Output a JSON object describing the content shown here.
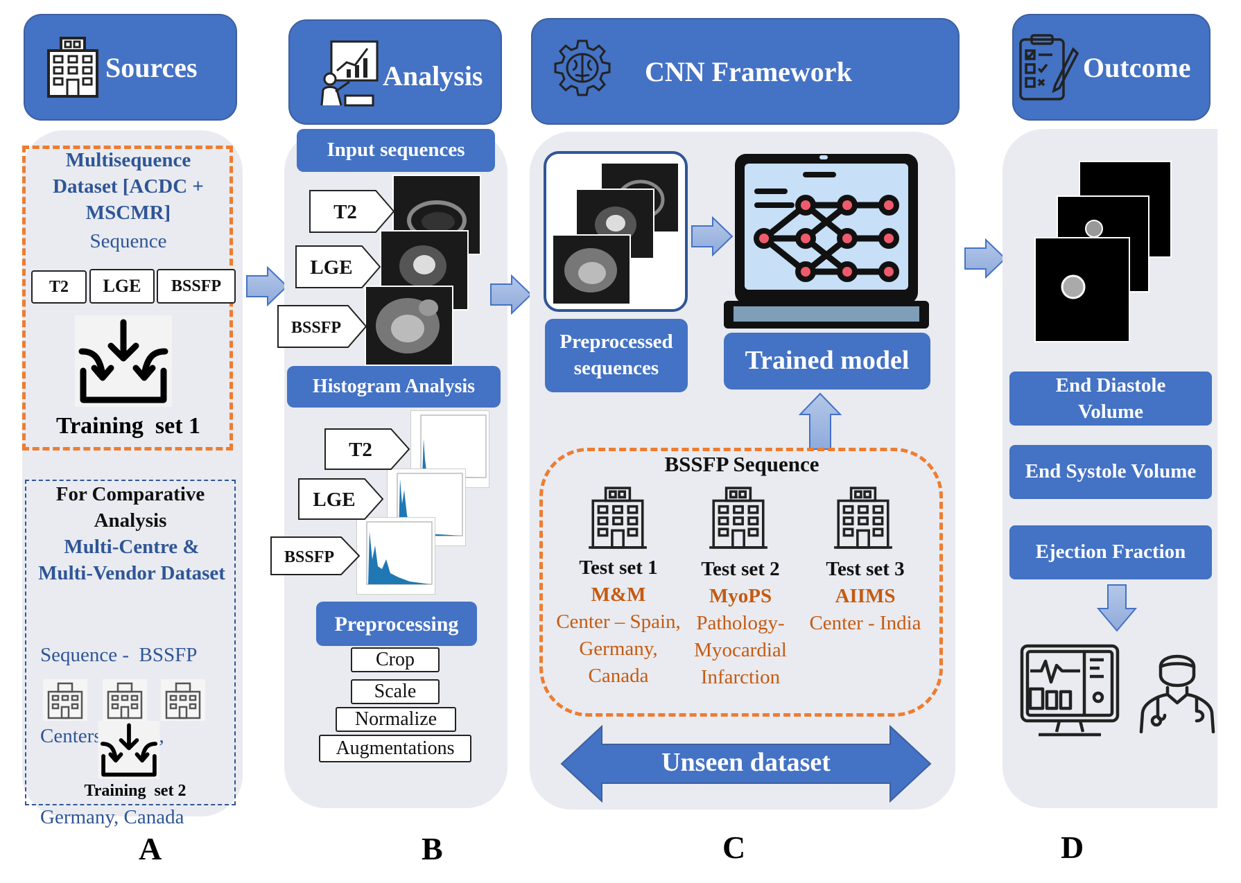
{
  "columns": {
    "a": {
      "header": "Sources",
      "set1": {
        "title_lines": [
          "Multisequence",
          "Dataset [ACDC +",
          "MSCMR]"
        ],
        "subtitle": "Sequence",
        "sequences": [
          "T2",
          "LGE",
          "BSSFP"
        ],
        "label": "Training  set 1"
      },
      "set2": {
        "heading_lines": [
          "For Comparative",
          "Analysis"
        ],
        "title_lines": [
          "Multi-Centre &",
          "Multi-Vendor Dataset"
        ],
        "detail_lines": [
          "Sequence -  BSSFP",
          "Centers- Spain,",
          "Germany, Canada"
        ],
        "label": "Training  set 2"
      },
      "letter": "A"
    },
    "b": {
      "header": "Analysis",
      "input_label": "Input sequences",
      "input_tags": [
        "T2",
        "LGE",
        "BSSFP"
      ],
      "histogram_label": "Histogram Analysis",
      "histogram_tags": [
        "T2",
        "LGE",
        "BSSFP"
      ],
      "preprocessing_label": "Preprocessing",
      "steps": [
        "Crop",
        "Scale",
        "Normalize",
        "Augmentations"
      ],
      "letter": "B"
    },
    "c": {
      "header": "CNN Framework",
      "preprocessed_lines": [
        "Preprocessed",
        "sequences"
      ],
      "trained_model": "Trained model",
      "bssfp_title": "BSSFP Sequence",
      "tests": [
        {
          "name": "Test set 1",
          "dataset": "M&M",
          "detail_lines": [
            "Center – Spain,",
            "Germany,",
            "Canada"
          ]
        },
        {
          "name": "Test set 2",
          "dataset": "MyoPS",
          "detail_lines": [
            "Pathology-",
            "Myocardial",
            "Infarction"
          ]
        },
        {
          "name": "Test set 3",
          "dataset": "AIIMS",
          "detail_lines": [
            "Center - India"
          ]
        }
      ],
      "unseen": "Unseen dataset",
      "letter": "C"
    },
    "d": {
      "header": "Outcome",
      "outcomes": [
        {
          "lines": [
            "End Diastole",
            "Volume"
          ]
        },
        {
          "lines": [
            "End Systole Volume"
          ]
        },
        {
          "lines": [
            "Ejection Fraction"
          ]
        }
      ],
      "letter": "D"
    }
  },
  "colors": {
    "header_blue": "#4472c4",
    "column_bg": "#e9ebf0",
    "orange_dash": "#ed7d31",
    "orange_text": "#c55a11",
    "dark_blue_text": "#2f5597",
    "arrow_fill": "#8faadc"
  },
  "icons": [
    "hospital-icon",
    "analytics-icon",
    "brain-gear-icon",
    "checklist-icon",
    "inbox-download-icon",
    "laptop-neural-network-icon",
    "patient-monitor-icon",
    "doctor-icon"
  ]
}
